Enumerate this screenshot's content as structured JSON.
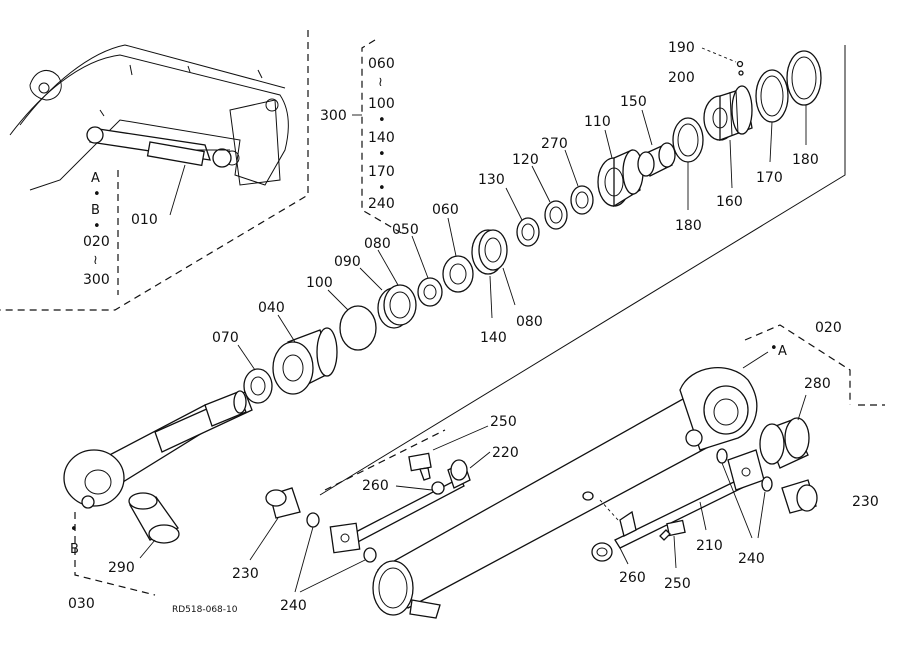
{
  "title": "",
  "figure_code": "RD518-068-10",
  "labels": {
    "l010": "010",
    "l020": "020",
    "l030": "030",
    "l040": "040",
    "l050": "050",
    "l060": "060",
    "l070": "070",
    "l080a": "080",
    "l080b": "080",
    "l090": "090",
    "l100": "100",
    "l110": "110",
    "l120": "120",
    "l130": "130",
    "l140": "140",
    "l150": "150",
    "l160": "160",
    "l170": "170",
    "l180a": "180",
    "l180b": "180",
    "l190": "190",
    "l200": "200",
    "l210": "210",
    "l220": "220",
    "l230a": "230",
    "l230b": "230",
    "l240a": "240",
    "l240b": "240",
    "l250a": "250",
    "l250b": "250",
    "l260a": "260",
    "l260b": "260",
    "l270": "270",
    "l280": "280",
    "l290": "290",
    "l300": "300"
  },
  "range_010": [
    "A",
    "•",
    "B",
    "•",
    "020",
    "≀",
    "300"
  ],
  "range_300": [
    "060",
    "≀",
    "100",
    "•",
    "140",
    "•",
    "170",
    "•",
    "240"
  ],
  "marker_a": "A",
  "marker_b": "B"
}
